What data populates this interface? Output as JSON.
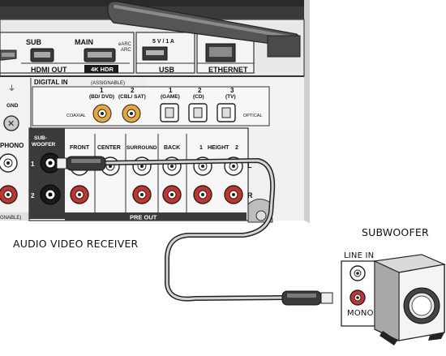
{
  "labels": {
    "hdmi_sub": "SUB",
    "hdmi_main": "MAIN",
    "earc": "eARC",
    "arc": "ARC",
    "hdmi_out": "HDMI OUT",
    "four_k_hdr": "4K HDR",
    "usb_power": "5 V / 1 A",
    "usb": "USB",
    "ethernet": "ETHERNET",
    "gnd": "GND",
    "phono": "PHONO",
    "digital_in": "DIGITAL  IN",
    "assignable": "(ASSIGNABLE)",
    "coax1_num": "1",
    "coax1_name": "(BD/ DVD)",
    "coax2_num": "2",
    "coax2_name": "(CBL/ SAT)",
    "coaxial": "COAXIAL",
    "opt1_num": "1",
    "opt1_name": "(GAME)",
    "opt2_num": "2",
    "opt2_name": "(CD)",
    "opt3_num": "3",
    "opt3_name": "(TV)",
    "optical": "OPTICAL",
    "sub": "SUB-",
    "woofer": "WOOFER",
    "sw1": "1",
    "sw2": "2",
    "front": "FRONT",
    "center": "CENTER",
    "surround": "SURROUND",
    "back": "BACK",
    "height_one": "1",
    "height": "HEIGHT",
    "height_two": "2",
    "left": "L",
    "right": "R",
    "pre_out": "PRE OUT",
    "assignable_bottom": "GNABLE)",
    "avr": "AUDIO VIDEO RECEIVER",
    "subwoofer": "SUBWOOFER",
    "line_in": "LINE IN",
    "mono": "MONO"
  }
}
